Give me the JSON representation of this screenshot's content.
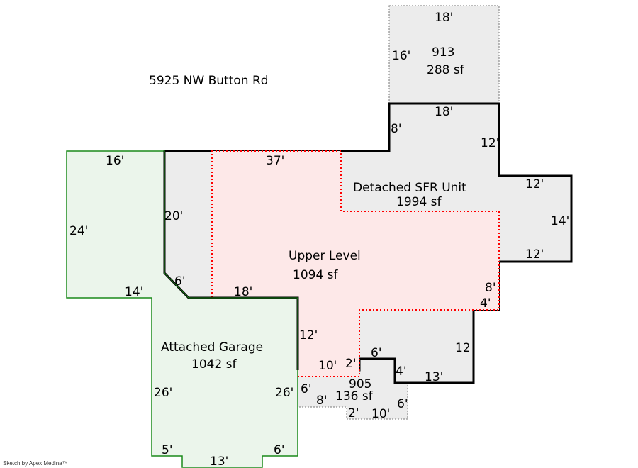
{
  "address": "5925 NW Button Rd",
  "credit": "Sketch by Apex Medina™",
  "colors": {
    "garage_fill": "#ebf5eb",
    "garage_stroke": "#1a8a1a",
    "sfr_fill": "#ececec",
    "upper_fill": "#fde8e8",
    "upper_stroke": "#ff0000"
  },
  "areas": {
    "a913": {
      "name": "913",
      "area": "288 sf",
      "dims": [
        "18'",
        "16'"
      ]
    },
    "sfr": {
      "name": "Detached SFR Unit",
      "area": "1994 sf",
      "dims": [
        "18'",
        "8'",
        "12'",
        "37'",
        "12'",
        "14'",
        "12'",
        "8'",
        "4'",
        "12",
        "13'",
        "4'",
        "6'",
        "2'",
        "10'",
        "12'",
        "18'",
        "6'",
        "20'"
      ]
    },
    "upper": {
      "name": "Upper Level",
      "area": "1094 sf"
    },
    "garage": {
      "name": "Attached Garage",
      "area": "1042 sf",
      "dims": [
        "16'",
        "24'",
        "14'",
        "26'",
        "26'",
        "5'",
        "13'",
        "6'"
      ]
    },
    "a905": {
      "name": "905",
      "area": "136 sf",
      "dims": [
        "6'",
        "8'",
        "2'",
        "10'",
        "6'"
      ]
    }
  }
}
